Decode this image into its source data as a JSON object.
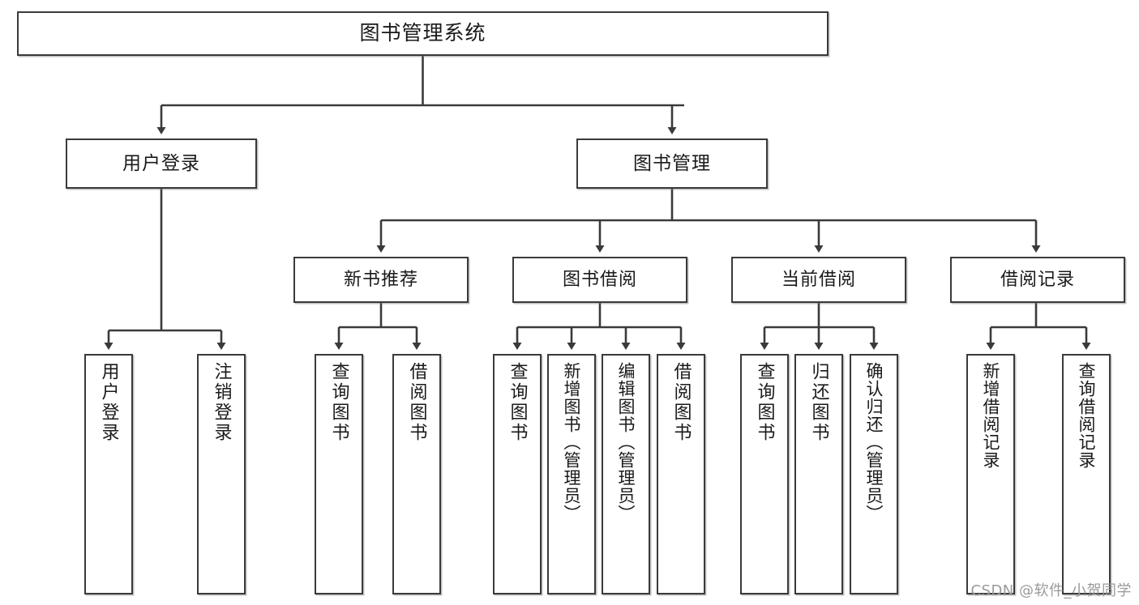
{
  "diagram": {
    "title": "图书管理系统",
    "type": "功能结构图",
    "line_color": "#3a3a3a",
    "box_fill": "#ffffff",
    "text_color": "#1a1a1a",
    "watermark": "CSDN @软件_小贺同学"
  },
  "root": {
    "label": "图书管理系统"
  },
  "level1": [
    {
      "label": "用户登录"
    },
    {
      "label": "图书管理"
    }
  ],
  "level2": [
    {
      "label": "新书推荐"
    },
    {
      "label": "图书借阅"
    },
    {
      "label": "当前借阅"
    },
    {
      "label": "借阅记录"
    }
  ],
  "leaves": {
    "user_login": [
      {
        "label": "用户登录"
      },
      {
        "label": "注销登录"
      }
    ],
    "new_recommend": [
      {
        "label": "查询图书"
      },
      {
        "label": "借阅图书"
      }
    ],
    "book_borrow": [
      {
        "label": "查询图书"
      },
      {
        "label": "新增图书（管理员）"
      },
      {
        "label": "编辑图书（管理员）"
      },
      {
        "label": "借阅图书"
      }
    ],
    "current_borrow": [
      {
        "label": "查询图书"
      },
      {
        "label": "归还图书"
      },
      {
        "label": "确认归还（管理员）"
      }
    ],
    "borrow_record": [
      {
        "label": "新增借阅记录"
      },
      {
        "label": "查询借阅记录"
      }
    ]
  }
}
